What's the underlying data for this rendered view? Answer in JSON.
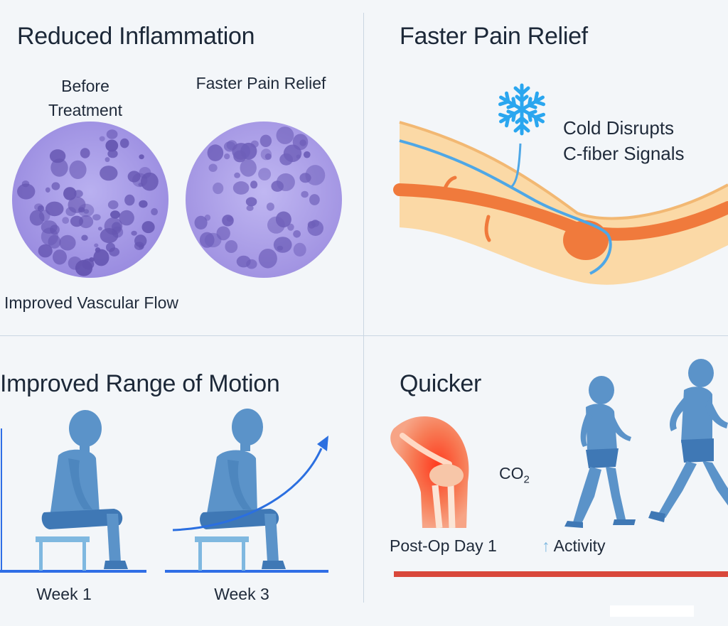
{
  "panels": {
    "inflammation": {
      "title": "Reduced Inflammation",
      "before_label": "Before\nTreatment",
      "after_label": "Faster Pain Relief",
      "caption": "Improved Vascular Flow"
    },
    "pain_relief": {
      "title": "Faster Pain Relief",
      "callout": "Cold Disrupts\nC-fiber Signals",
      "icon": "snowflake-icon"
    },
    "range_of_motion": {
      "title": "Improved Range of Motion",
      "week1_label": "Week 1",
      "week3_label": "Week 3"
    },
    "recovery": {
      "title": "Quicker",
      "co2_label": "CO",
      "co2_sub": "2",
      "postop_label": "Post-Op Day 1",
      "activity_arrow": "↑",
      "activity_label": "Activity"
    }
  },
  "colors": {
    "background": "#f3f6f9",
    "cell_purple": "#a89be6",
    "nerve_blue": "#4ea7e6",
    "vessel_orange": "#f07a3c",
    "skin": "#fbd9a6",
    "figure_blue": "#5b93c9",
    "accent_arrow": "#2b6fe0",
    "floor_line": "#2f6ee6",
    "activity_bar": "#d9483b"
  }
}
